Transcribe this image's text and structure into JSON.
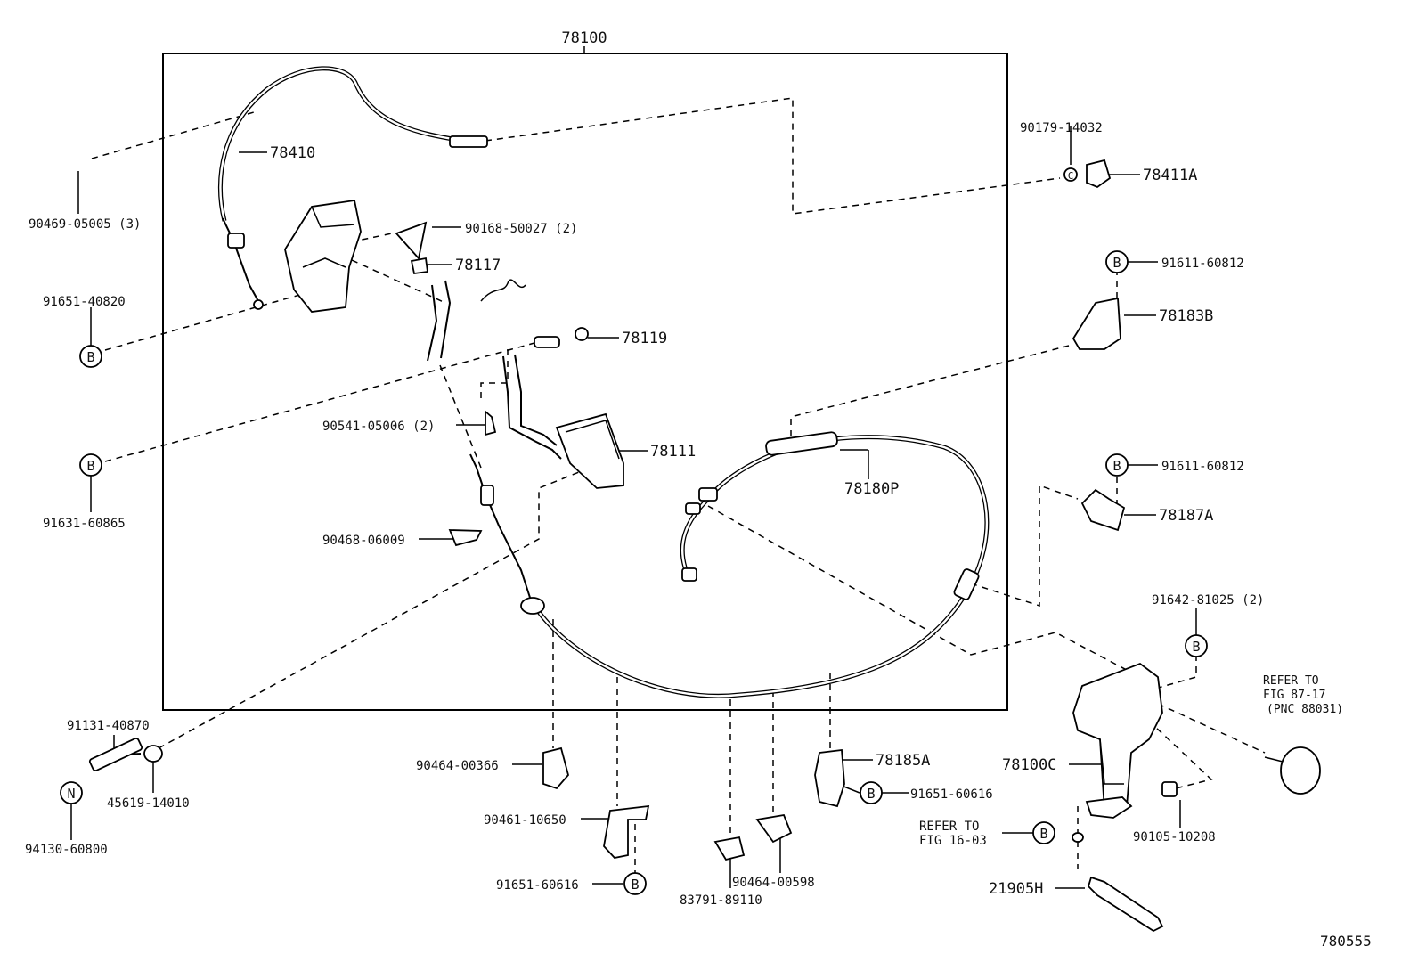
{
  "diagram": {
    "figure_number": "780555",
    "assembly_label": "78100",
    "parts": {
      "p78410": "78410",
      "p90469": "90469-05005 (3)",
      "p90168": "90168-50027 (2)",
      "p78117": "78117",
      "p91651_40820": "91651-40820",
      "p78119": "78119",
      "p90541": "90541-05006 (2)",
      "p78111": "78111",
      "p91631": "91631-60865",
      "p90468": "90468-06009",
      "p78180P": "78180P",
      "p90179": "90179-14032",
      "p78411A": "78411A",
      "p91611_a": "91611-60812",
      "p78183B": "78183B",
      "p91611_b": "91611-60812",
      "p78187A": "78187A",
      "p91642": "91642-81025 (2)",
      "p78100C": "78100C",
      "p90105": "90105-10208",
      "p21905H": "21905H",
      "p78185A": "78185A",
      "p91651_60616_a": "91651-60616",
      "p90464_00366": "90464-00366",
      "p90461": "90461-10650",
      "p91651_60616_b": "91651-60616",
      "p83791": "83791-89110",
      "p90464_00598": "90464-00598",
      "p91131": "91131-40870",
      "p45619": "45619-14010",
      "p94130": "94130-60800"
    },
    "callouts": {
      "b": "B",
      "n": "N",
      "c": "C"
    },
    "refs": {
      "fig87_line1": "REFER TO",
      "fig87_line2": "FIG 87-17",
      "fig87_line3": "(PNC 88031)",
      "fig16_line1": "REFER TO",
      "fig16_line2": "FIG 16-03"
    }
  }
}
